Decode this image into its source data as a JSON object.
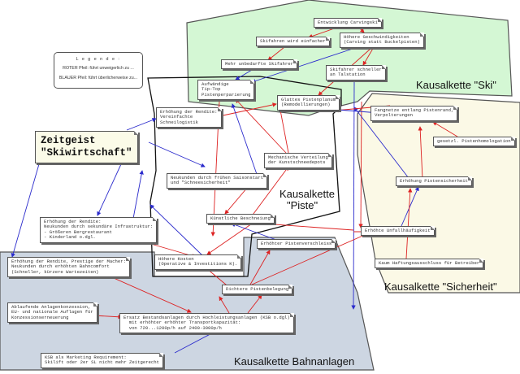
{
  "legend": {
    "title": "L e g e n d e :",
    "red": "ROTER Pfeil: führt unweigerlich zu ...",
    "blue": "BLAUER Pfeil:  führt überlicherweise zu..."
  },
  "colors": {
    "ski_region": "#d4f7d4",
    "safety_region": "#fbf9e6",
    "lift_region": "#cdd6e2",
    "red_arrow": "#dd2222",
    "blue_arrow": "#2a2acc"
  },
  "regions": {
    "ski": "Kausalkette \"Ski\"",
    "piste_line1": "Kausalkette",
    "piste_line2": "\"Piste\"",
    "safety": "Kausalkette \"Sicherheit\"",
    "lifts": "Kausalkette Bahnanlagen"
  },
  "nodes": {
    "zeitgeist": "Zeitgeist\n\"Skiwirtschaft\"",
    "carving": "Entwicklung Carvingski",
    "higher_speed": "Höhere Geschwindigkeiten\n(Carving statt Buckelpisten)",
    "easier_skiing": "Skifahren wird einfacher",
    "inexperienced": "Mehr unbedarfte Skifahrer",
    "faster_valley": "Skifahrer schneller\nan Talstation",
    "tip_top": "Aufwändige\nTip-Top\nPistenperparierung",
    "smooth_surface": "Glattes Pistenplanum\n(Remodellierungen)",
    "return_logistics": "Erhöhung der Rendite:\nVereinfachte\nSchneilogistik",
    "nets": "Fangnetze entlang Pistenrand,\nVerpolterungen",
    "homologation": "gesetzl. Pistenhomologation",
    "distribution": "Mechanische Verteilung\nder Kunstschneedepots",
    "early_season": "Neukunden durch frühen Saisonstart\nund \"Schneesicherheit\"",
    "piste_safety": "Erhöhung Pistensicherheit",
    "secondary_infra": "Erhöhung der Rendite:\nNeukunden durch sekundäre Infrastruktur:\n- Größeren Bergrestaurant\n- Kinderland o.dgl.",
    "snowmaking": "Künstliche Beschneiung",
    "wear": "Erhöhter Pistenverschleiss",
    "accidents": "Erhöhte Unfallhäufigkeit",
    "liability": "Kaum Haftungsausschluss für Betreiber",
    "prestige": "Erhöhung der Rendite, Prestige der Macher:\nNeukunden durch erhöhten Bahncomfort\n(Schneller, kürzere Wartezeiten)",
    "costs": "Höhere Kosten\n(Operative & Investitions K).",
    "density": "Dichtere Pistenbelegung",
    "concession": "Ablaufende Anlagenkonzession,\nEU- und nationale Auflagen für\nKonzessionserneuerung",
    "replacement": "Ersatz Bestandsanlagen durch Hochleistungsanlagen (KSB o.dgl)\n  mit erhöhter erhöhter Transportkapazität:\n  von 720...1200p/h auf 2400-3000p/h",
    "marketing": "KSB als Marketing Requirement:\nSkilift oder 2er SL nicht mehr Zeitgerecht"
  }
}
